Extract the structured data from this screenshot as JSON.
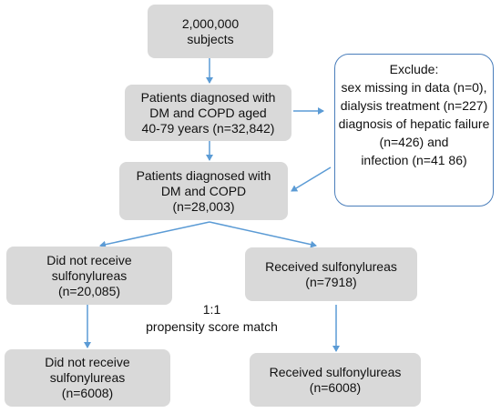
{
  "boxes": {
    "total": [
      "2,000,000",
      "subjects"
    ],
    "aged": [
      "Patients diagnosed with",
      "DM and COPD aged",
      "40-79 years (n=32,842)"
    ],
    "dm_copd": [
      "Patients diagnosed with",
      "DM and COPD",
      "(n=28,003)"
    ],
    "no_su": [
      "Did not receive",
      "sulfonylureas",
      "(n=20,085)"
    ],
    "su": [
      "Received sulfonylureas",
      "(n=7918)"
    ],
    "no_su_matched": [
      "Did not receive",
      "sulfonylureas",
      "(n=6008)"
    ],
    "su_matched": [
      "Received sulfonylureas",
      "(n=6008)"
    ]
  },
  "exclude": [
    "Exclude:",
    "sex missing in data (n=0),",
    "dialysis treatment (n=227)",
    "diagnosis of hepatic failure",
    "(n=426) and",
    "infection (n=41 86)"
  ],
  "match": [
    "1:1",
    "propensity score match"
  ],
  "colors": {
    "box_fill": "#d9d9d9",
    "arrow": "#5b9bd5",
    "exclude_border": "#4a7ebb"
  }
}
